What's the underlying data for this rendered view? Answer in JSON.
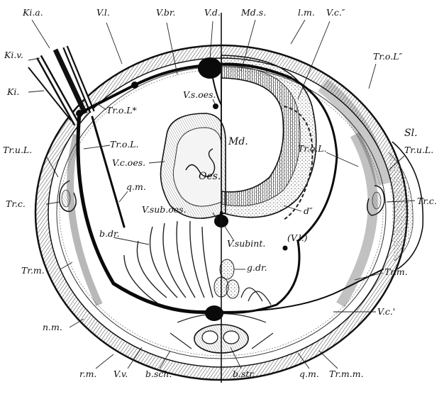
{
  "labels": {
    "kia": "Ki.a.",
    "kiv": "Ki.v.",
    "ki": "Ki.",
    "vl": "V.l.",
    "vbr": "V.br.",
    "vd": "V.d.",
    "mds": "Md.s.",
    "lm": "l.m.",
    "vc2": "V.c.″",
    "trol2": "Tr.o.L″",
    "trol1": "Tr.o.L*",
    "vsoes": "V.s.oes.",
    "md": "Md.",
    "sl": "Sl.",
    "trul_left": "Tr.u.L.",
    "trol": "Tr.o.L.",
    "vcoes": "V.c.oes.",
    "oes": "Oes.",
    "trol_prime": "Tr.o.L.",
    "trul_right": "Tr.u.L.",
    "qm_upper": "q.m.",
    "trc_left": "Tr.c.",
    "trc_right": "Tr.c.",
    "d2": "d″",
    "vsuboes": "V.sub.oes.",
    "vsubint": "V.subint.",
    "vl_paren": "(V.l.)",
    "bdr": "b.dr.",
    "gdr": "g.dr.",
    "trm_left": "Tr.m.",
    "trm_right": "Tr.m.",
    "vc1": "V.c.'",
    "nm": "n.m.",
    "rm": "r.m.",
    "vv": "V.v.",
    "bsch": "b.sch.",
    "bstr": "b.str.",
    "qm_lower": "q.m.",
    "trmm": "Tr.m.m."
  }
}
